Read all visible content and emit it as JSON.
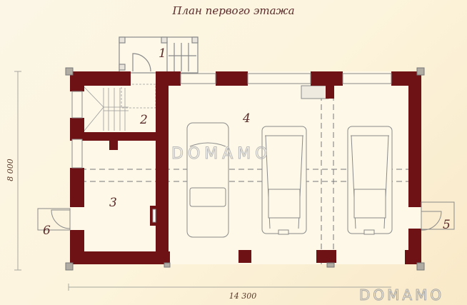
{
  "title": "План первого этажа",
  "colors": {
    "wall": "#6e1216",
    "background": "#fcf4dc",
    "floor": "#fdf8e8",
    "line": "#8a8a8a",
    "text": "#5a2a2a"
  },
  "rooms": [
    {
      "number": "1",
      "label": "1"
    },
    {
      "number": "2",
      "label": "2"
    },
    {
      "number": "3",
      "label": "3"
    },
    {
      "number": "4",
      "label": "4"
    },
    {
      "number": "5",
      "label": "5"
    },
    {
      "number": "6",
      "label": "6"
    }
  ],
  "dimensions": {
    "width": "14 300",
    "height": "8 000"
  },
  "watermark": {
    "center": "DOMAMO",
    "corner": "DOMAMO"
  }
}
